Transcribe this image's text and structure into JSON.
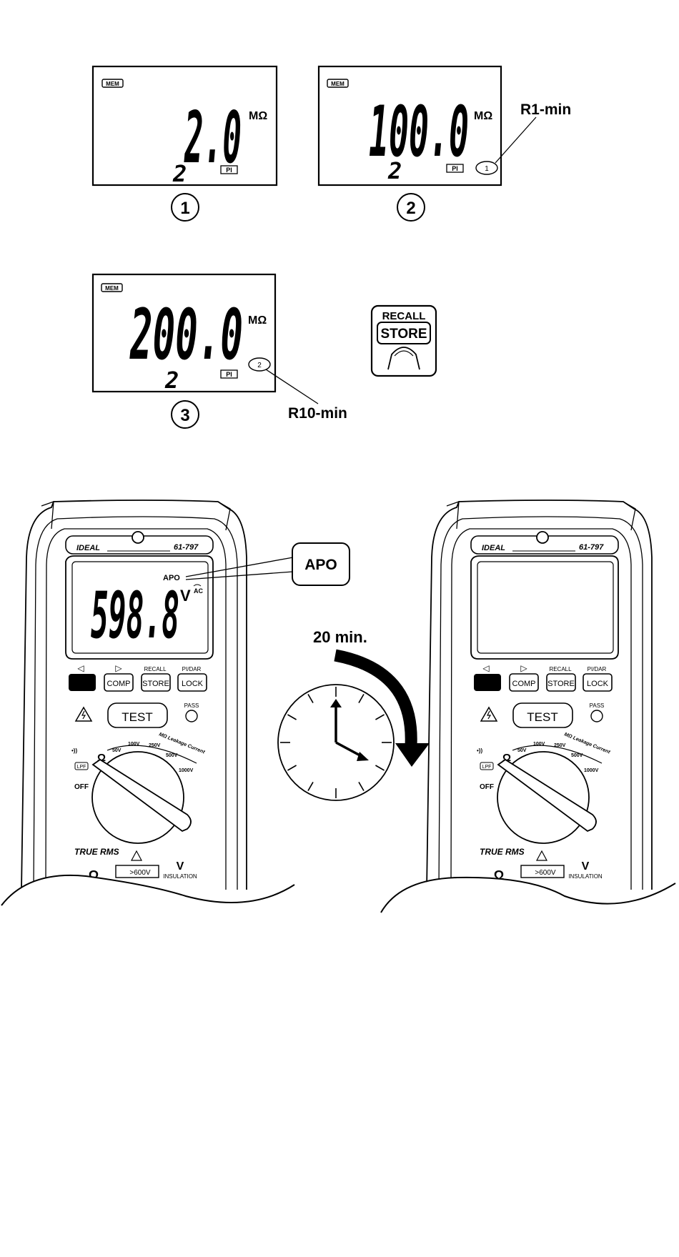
{
  "displays": [
    {
      "mem": "MEM",
      "value": "2.0",
      "unit": "MΩ",
      "small": "2",
      "pi": "PI",
      "index": "1",
      "marker": ""
    },
    {
      "mem": "MEM",
      "value": "100.0",
      "unit": "MΩ",
      "small": "2",
      "pi": "PI",
      "index": "2",
      "marker": "1",
      "callout": "R1-min"
    },
    {
      "mem": "MEM",
      "value": "200.0",
      "unit": "MΩ",
      "small": "2",
      "pi": "PI",
      "index": "3",
      "marker": "2",
      "callout": "R10-min"
    }
  ],
  "recall_button": {
    "top_label": "RECALL",
    "key_label": "STORE"
  },
  "meters": [
    {
      "brand": "IDEAL",
      "model": "61-797",
      "lcd": {
        "apo": "APO",
        "value": "598.8",
        "unit": "V",
        "mode": "AC"
      },
      "apo_callout": "APO",
      "keys": [
        {
          "top": "◁",
          "label": ""
        },
        {
          "top": "▷",
          "label": "COMP"
        },
        {
          "top": "RECALL",
          "label": "STORE"
        },
        {
          "top": "PI/DAR",
          "label": "LOCK"
        }
      ],
      "test": "TEST",
      "pass": "PASS",
      "dial": {
        "ohm": "Ω",
        "beep": "•))",
        "lpf": "LPF",
        "off": "OFF",
        "ranges": [
          "50V",
          "100V",
          "250V",
          "500V",
          "1000V"
        ],
        "leak": "MΩ Leakage Current"
      },
      "true_rms": "TRUE RMS",
      "omega": "Ω",
      "v": "V",
      "over": ">600V",
      "insulation": "INSULATION"
    },
    {
      "brand": "IDEAL",
      "model": "61-797",
      "lcd": {
        "apo": "",
        "value": "",
        "unit": "",
        "mode": ""
      },
      "keys": [
        {
          "top": "◁",
          "label": ""
        },
        {
          "top": "▷",
          "label": "COMP"
        },
        {
          "top": "RECALL",
          "label": "STORE"
        },
        {
          "top": "PI/DAR",
          "label": "LOCK"
        }
      ],
      "test": "TEST",
      "pass": "PASS",
      "dial": {
        "ohm": "Ω",
        "beep": "•))",
        "lpf": "LPF",
        "off": "OFF",
        "ranges": [
          "50V",
          "100V",
          "250V",
          "500V",
          "1000V"
        ],
        "leak": "MΩ Leakage Current"
      },
      "true_rms": "TRUE RMS",
      "omega": "Ω",
      "v": "V",
      "over": ">600V",
      "insulation": "INSULATION"
    }
  ],
  "timer_label": "20 min."
}
